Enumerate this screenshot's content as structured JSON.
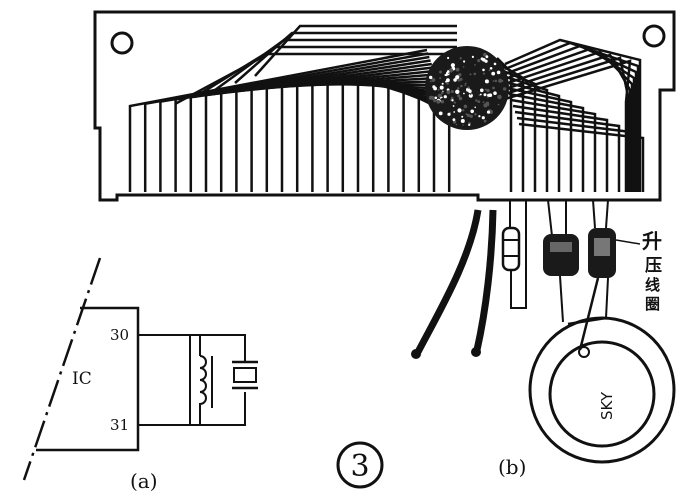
{
  "figure_number": "3",
  "panel_a": {
    "label": "(a)",
    "ic_label": "IC",
    "pin_top": "30",
    "pin_bottom": "31"
  },
  "panel_b": {
    "label": "(b)",
    "coil_label": [
      "升",
      "压",
      "线",
      "圈"
    ],
    "speaker_label": "SKY"
  }
}
